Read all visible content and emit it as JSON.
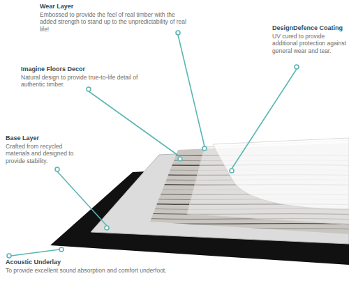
{
  "diagram": {
    "labels": [
      "Wear Layer",
      "Embossed to provide the feel of real timber with the added strength to stand up to the unpredictability of real life!",
      "DesignDefence Coating",
      "UV cured to provide additional protection against general wear and tear.",
      "Imagine Floors Decor",
      "Natural design to provide true-to-life detail of authentic timber.",
      "Base Layer",
      "Crafted from recycled materials and designed to provide stability.",
      "Acoustic Underlay",
      "To provide excellent sound absorption and comfort underfoot."
    ]
  }
}
